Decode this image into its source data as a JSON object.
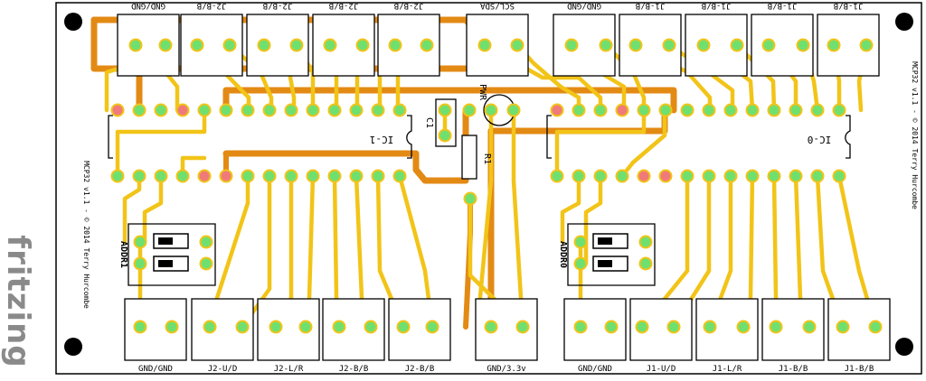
{
  "board": {
    "version_label_left": "MCP32 v1.1 - © 2014 Terry Hurcombe",
    "version_label_right": "MCP32 v1.1 - © 2014 Terry Hurcombe",
    "ic_left": "IC-1",
    "ic_right": "IC-0",
    "cap": "C1",
    "res": "R1",
    "led": "PWR",
    "addr_left": "ADDR1",
    "addr_right": "ADDR0",
    "watermark": "fritzing"
  },
  "top_labels": [
    "GND/GND",
    "J2-B/B",
    "J2-B/B",
    "J2-B/B",
    "J2-B/B",
    "SCL/SDA",
    "GND/GND",
    "J1-B/B",
    "J1-B/B",
    "J1-B/B",
    "J1-B/B"
  ],
  "bottom_labels": [
    "GND/GND",
    "J2-U/D",
    "J2-L/R",
    "J2-B/B",
    "J2-B/B",
    "GND/3.3v",
    "GND/GND",
    "J1-U/D",
    "J1-L/R",
    "J1-B/B",
    "J1-B/B"
  ],
  "colors": {
    "trace_top": "#f2c418",
    "trace_bottom": "#e38a14",
    "pad": "#6fe06f",
    "pad_ring": "#f2c418",
    "pad_red": "#f07a7a",
    "silk": "#000000",
    "hole": "#000000"
  }
}
